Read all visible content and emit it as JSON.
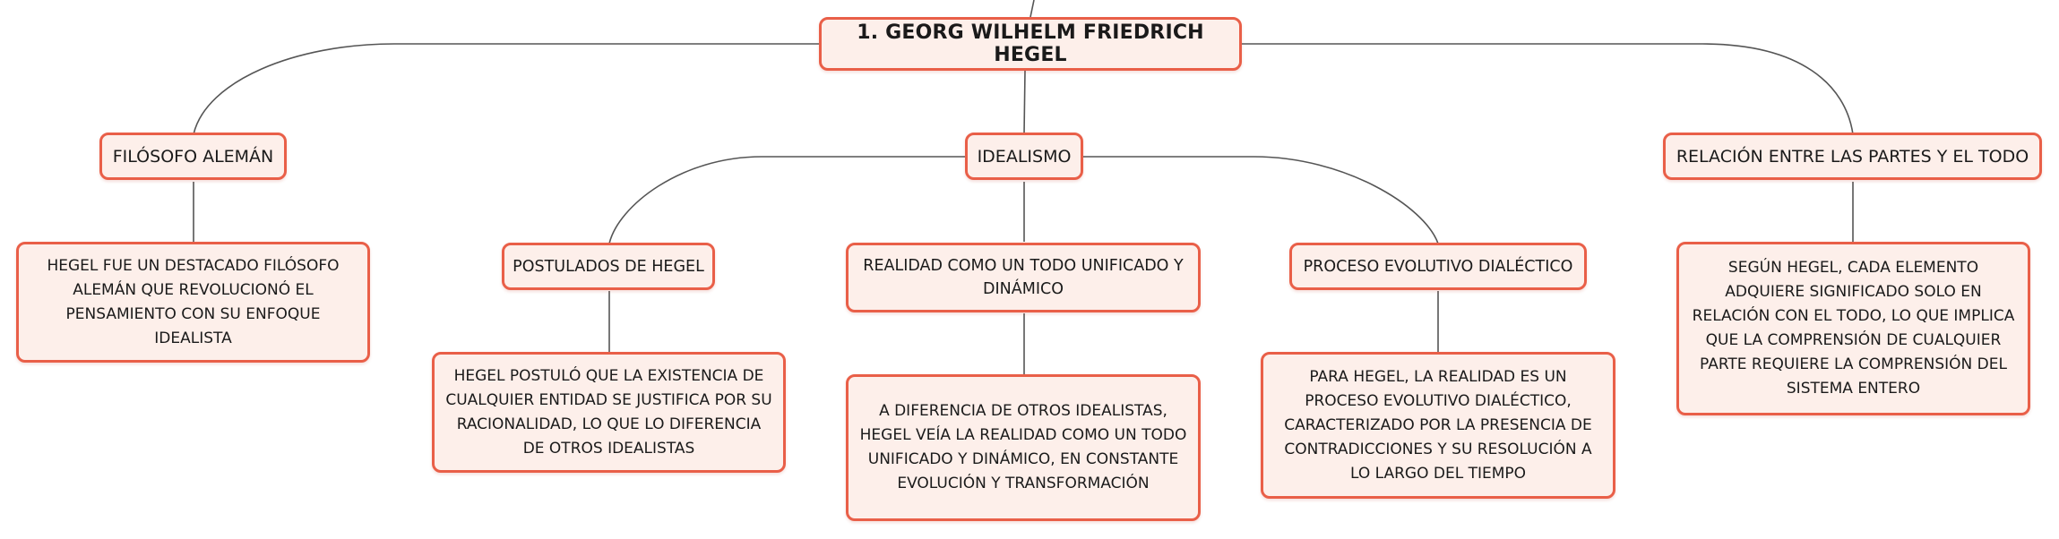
{
  "root": {
    "title": "1. GEORG WILHELM FRIEDRICH HEGEL"
  },
  "topics": {
    "aleman": "FILÓSOFO ALEMÁN",
    "idealismo": "IDEALISMO",
    "relacion": "RELACIÓN ENTRE LAS PARTES Y EL TODO"
  },
  "subtopics": {
    "postulados": "POSTULADOS DE HEGEL",
    "realidad": "REALIDAD COMO UN TODO UNIFICADO Y DINÁMICO",
    "proceso": "PROCESO EVOLUTIVO DIALÉCTICO"
  },
  "details": {
    "aleman": "HEGEL FUE UN DESTACADO FILÓSOFO ALEMÁN QUE REVOLUCIONÓ EL PENSAMIENTO CON SU ENFOQUE IDEALISTA",
    "postulados": "HEGEL POSTULÓ QUE LA EXISTENCIA DE CUALQUIER ENTIDAD SE JUSTIFICA POR SU RACIONALIDAD, LO QUE LO DIFERENCIA DE OTROS IDEALISTAS",
    "realidad": "A DIFERENCIA DE OTROS IDEALISTAS, HEGEL VEÍA LA REALIDAD COMO UN TODO UNIFICADO Y DINÁMICO, EN CONSTANTE EVOLUCIÓN Y TRANSFORMACIÓN",
    "proceso": "PARA HEGEL, LA REALIDAD ES UN PROCESO EVOLUTIVO DIALÉCTICO, CARACTERIZADO POR LA PRESENCIA DE CONTRADICCIONES Y SU RESOLUCIÓN A LO LARGO DEL TIEMPO",
    "relacion": "SEGÚN HEGEL, CADA ELEMENTO ADQUIERE SIGNIFICADO SOLO EN RELACIÓN CON EL TODO, LO QUE IMPLICA QUE LA COMPRENSIÓN DE CUALQUIER PARTE REQUIERE LA COMPRENSIÓN DEL SISTEMA ENTERO"
  },
  "colors": {
    "border": "#e95f48",
    "fill": "#fdefea",
    "line": "#555555"
  }
}
